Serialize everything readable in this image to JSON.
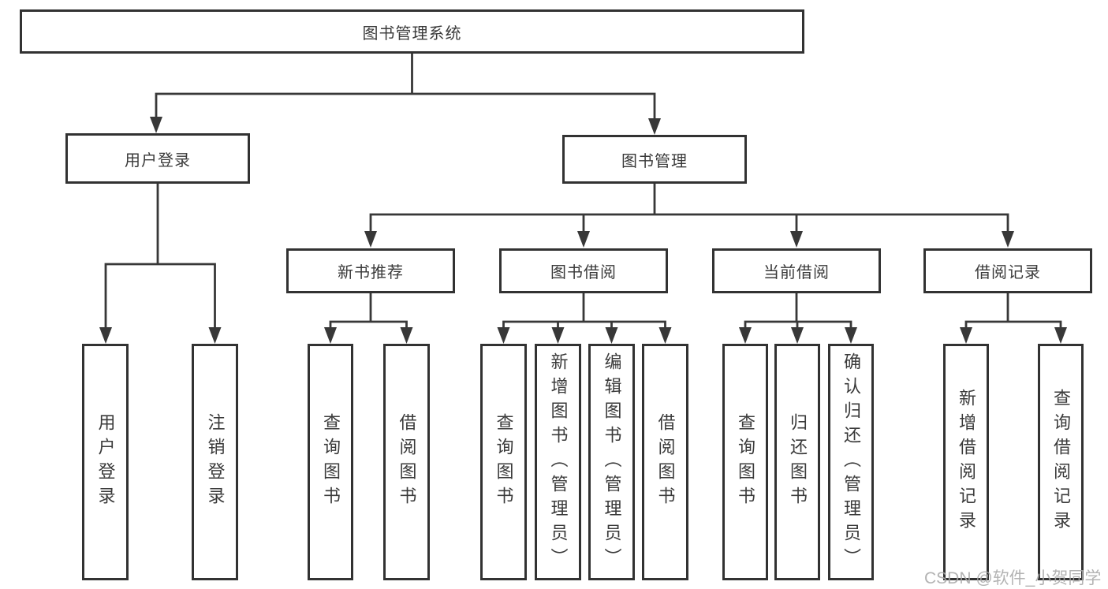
{
  "root": {
    "label": "图书管理系统"
  },
  "branches": [
    {
      "label": "用户登录",
      "leaves": [
        {
          "label": "用户登录"
        },
        {
          "label": "注销登录"
        }
      ]
    },
    {
      "label": "图书管理",
      "sections": [
        {
          "label": "新书推荐",
          "leaves": [
            {
              "label": "查询图书"
            },
            {
              "label": "借阅图书"
            }
          ]
        },
        {
          "label": "图书借阅",
          "leaves": [
            {
              "label": "查询图书"
            },
            {
              "label": "新增图书（管理员）"
            },
            {
              "label": "编辑图书（管理员）"
            },
            {
              "label": "借阅图书"
            }
          ]
        },
        {
          "label": "当前借阅",
          "leaves": [
            {
              "label": "查询图书"
            },
            {
              "label": "归还图书"
            },
            {
              "label": "确认归还（管理员）"
            }
          ]
        },
        {
          "label": "借阅记录",
          "leaves": [
            {
              "label": "新增借阅记录"
            },
            {
              "label": "查询借阅记录"
            }
          ]
        }
      ]
    }
  ],
  "watermark": "CSDN @软件_小贺同学",
  "colors": {
    "line": "#383838",
    "box_border": "#323232",
    "text": "#3a3a3a",
    "watermark": "#a8a8a8",
    "background": "#ffffff"
  }
}
